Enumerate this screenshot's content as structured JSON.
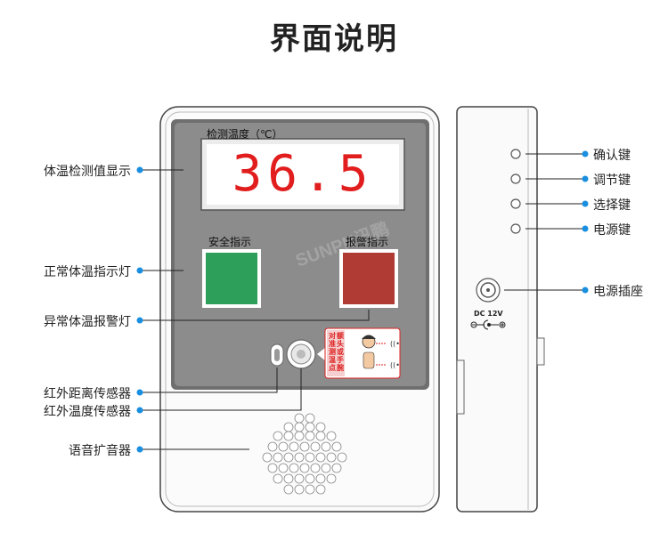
{
  "title": "界面说明",
  "panel": {
    "display_label": "检测温度（℃）",
    "temperature": "36.5",
    "safe_label": "安全指示",
    "alarm_label": "报警指示",
    "instruction_col1": "对准测温点",
    "instruction_col2": "额头或手腕",
    "watermark": "SUNPN讯鹏"
  },
  "left_labels": {
    "temp_display": "体温检测值显示",
    "normal_indicator": "正常体温指示灯",
    "abnormal_indicator": "异常体温报警灯",
    "ir_distance_sensor": "红外距离传感器",
    "ir_temp_sensor": "红外温度传感器",
    "speaker": "语音扩音器"
  },
  "right_labels": {
    "confirm_key": "确认键",
    "adjust_key": "调节键",
    "select_key": "选择键",
    "power_key": "电源键",
    "power_socket": "电源插座"
  },
  "side_panel": {
    "dc_label": "DC  12V"
  },
  "colors": {
    "safe_green": "#2e9e5b",
    "alarm_red": "#b03a34",
    "digit_red": "#e11d1d",
    "pointer_blue": "#1a8fe0",
    "panel_gray": "#8c8c8c"
  }
}
